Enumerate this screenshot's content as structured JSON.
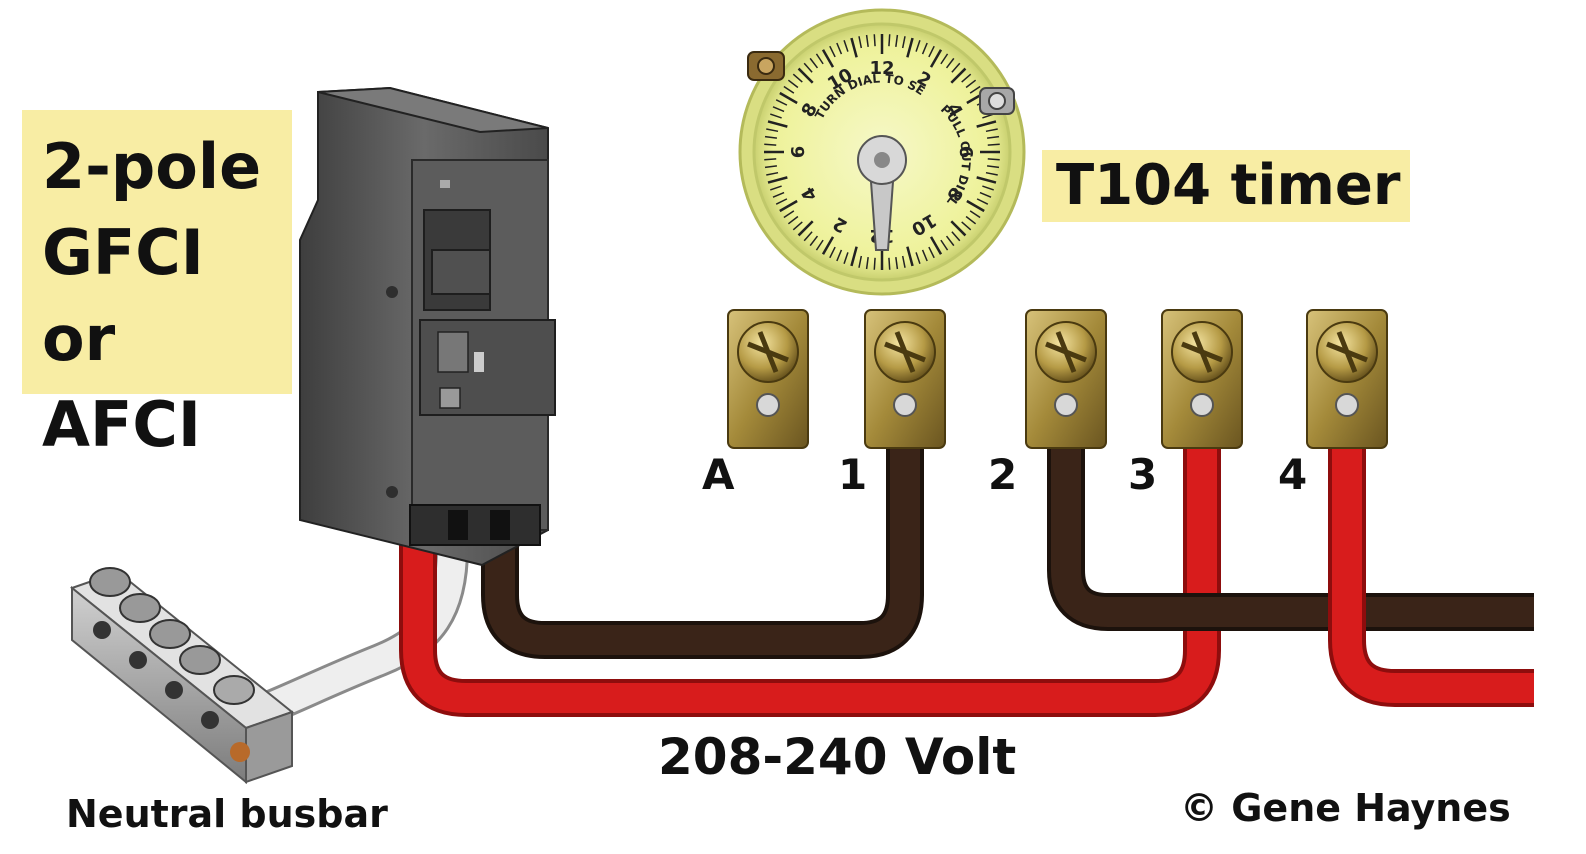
{
  "labels": {
    "breaker": [
      "2-pole",
      "GFCI",
      "or AFCI"
    ],
    "timer": "T104 timer",
    "terminals": [
      "A",
      "1",
      "2",
      "3",
      "4"
    ],
    "voltage": "208-240 Volt",
    "busbar": "Neutral busbar",
    "copyright": "© Gene Haynes"
  },
  "dial": {
    "numbers": [
      "12",
      "2",
      "4",
      "6",
      "8",
      "10",
      "12",
      "2",
      "4",
      "6",
      "8",
      "10"
    ],
    "texts": [
      "TURN DIAL TO SET",
      "PULL OUT DIAL"
    ]
  },
  "colors": {
    "hot_red": "#d81c1c",
    "hot_black": "#3a2418",
    "neutral_white": "#eeeeee",
    "breaker_gray": "#5a5a5a",
    "brass": "#a48a3a",
    "dial_yellow": "#eef29a",
    "label_bg": "#f8eda4"
  }
}
